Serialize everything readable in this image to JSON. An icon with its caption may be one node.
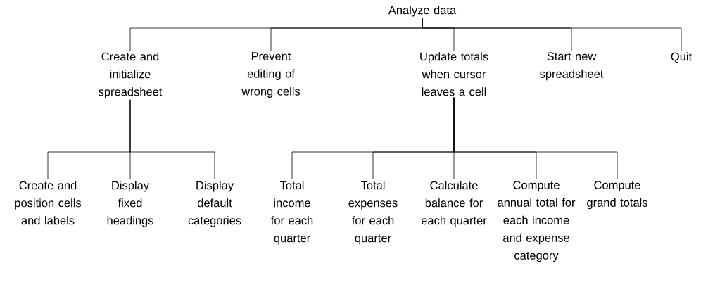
{
  "diagram": {
    "nodes": [
      {
        "text": [
          "Analyze data"
        ]
      },
      {
        "text": [
          "Create and initialize spreadsheet"
        ]
      },
      {
        "text": [
          "Prevent editing of wrong cells"
        ]
      },
      {
        "text": [
          "Update totals when cursor leaves a cell"
        ]
      },
      {
        "text": [
          "Start new spreadsheet"
        ]
      },
      {
        "text": [
          "Quit"
        ]
      },
      {
        "text": [
          "Create and position cells and labels"
        ]
      },
      {
        "text": [
          "Display fixed headings"
        ]
      },
      {
        "text": [
          "Display default categories"
        ]
      },
      {
        "text": [
          "Total income for each quarter"
        ]
      },
      {
        "text": [
          "Total expenses for each quarter"
        ]
      },
      {
        "text": [
          "Calculate balance for each quarter"
        ]
      },
      {
        "text": [
          "Compute annual total for each income and expense category"
        ]
      },
      {
        "text": [
          "Compute grand totals"
        ]
      }
    ],
    "edges": [
      {
        "from": 0,
        "to": 1,
        "arrow": "none"
      },
      {
        "from": 0,
        "to": 2,
        "arrow": "none"
      },
      {
        "from": 0,
        "to": 3,
        "arrow": "none"
      },
      {
        "from": 0,
        "to": 4,
        "arrow": "none"
      },
      {
        "from": 0,
        "to": 5,
        "arrow": "none"
      },
      {
        "from": 1,
        "to": 6,
        "arrow": "none"
      },
      {
        "from": 1,
        "to": 7,
        "arrow": "none"
      },
      {
        "from": 1,
        "to": 8,
        "arrow": "none"
      },
      {
        "from": 3,
        "to": 9,
        "arrow": "none"
      },
      {
        "from": 3,
        "to": 10,
        "arrow": "none"
      },
      {
        "from": 3,
        "to": 11,
        "arrow": "none"
      },
      {
        "from": 3,
        "to": 12,
        "arrow": "none"
      },
      {
        "from": 3,
        "to": 13,
        "arrow": "none"
      }
    ]
  }
}
